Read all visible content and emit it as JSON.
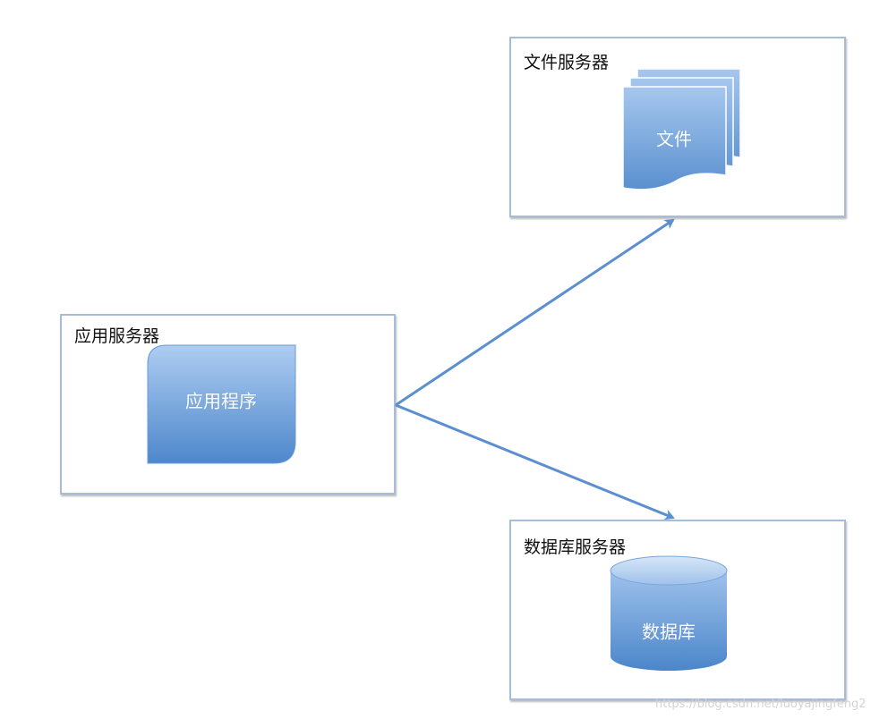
{
  "servers": {
    "app": {
      "title": "应用服务器",
      "component": "应用程序"
    },
    "file": {
      "title": "文件服务器",
      "component": "文件"
    },
    "db": {
      "title": "数据库服务器",
      "component": "数据库"
    }
  },
  "watermark": "https://blog.csdn.net/luoyajingfeng2",
  "colors": {
    "box_border": "#a7bcd8",
    "shape_light": "#a9c9ef",
    "shape_dark": "#4d88cc",
    "arrow": "#5b8fcf"
  }
}
